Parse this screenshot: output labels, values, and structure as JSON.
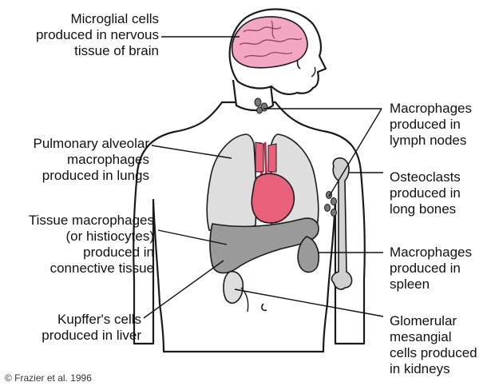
{
  "labels": {
    "microglial": [
      "Microglial cells",
      "produced in nervous",
      "tissue of brain"
    ],
    "pulmonary": [
      "Pulmonary alveolar",
      "macrophages",
      "produced in lungs"
    ],
    "tissue": [
      "Tissue macrophages",
      "(or histiocytes)",
      "produced in",
      "connective tissue"
    ],
    "kupffer": [
      "Kupffer's cells",
      "produced in liver"
    ],
    "lymph": [
      "Macrophages",
      "produced in",
      "lymph nodes"
    ],
    "osteoclasts": [
      "Osteoclasts",
      "produced in",
      "long bones"
    ],
    "spleen": [
      "Macrophages",
      "produced in",
      "spleen"
    ],
    "glomerular": [
      "Glomerular",
      "mesangial",
      "cells produced",
      "in kidneys"
    ]
  },
  "copyright": "© Frazier et al. 1996",
  "colors": {
    "brain": "#f2a6c4",
    "lungs": "#dedede",
    "heart": "#e8607a",
    "liver": "#9a9a9a",
    "bone": "#d0d0d0",
    "outline": "#1a1a1a"
  }
}
